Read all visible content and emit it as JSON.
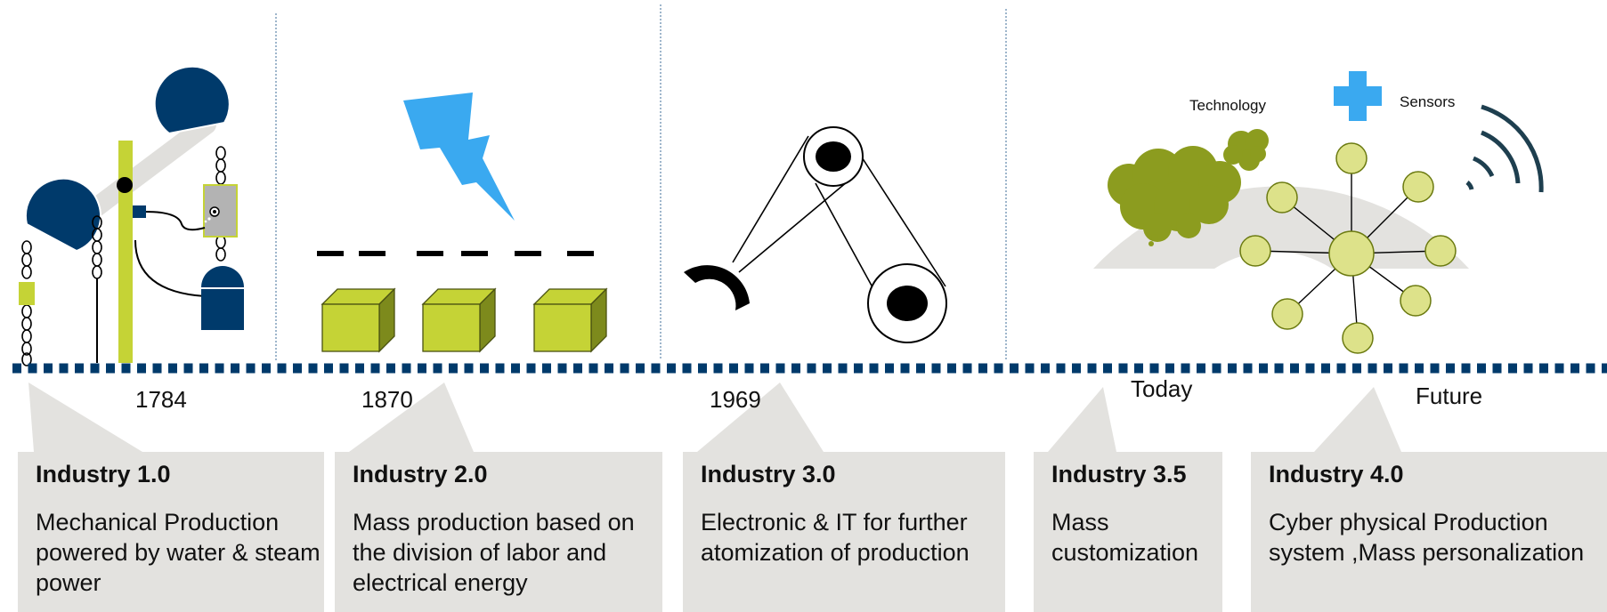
{
  "eras": [
    {
      "year": "1784",
      "title": "Industry 1.0",
      "description": "Mechanical Production powered by water & steam power"
    },
    {
      "year": "1870",
      "title": "Industry 2.0",
      "description": "Mass production based on the division of labor and electrical energy"
    },
    {
      "year": "1969",
      "title": "Industry 3.0",
      "description": "Electronic & IT for further atomization of production"
    },
    {
      "year": "Today",
      "title": "Industry 3.5",
      "description": "Mass customization"
    },
    {
      "year": "Future",
      "title": "Industry 4.0",
      "description": "Cyber physical Production system ,Mass personalization"
    }
  ],
  "dome_labels": {
    "technology": "Technology",
    "sensors": "Sensors"
  },
  "colors": {
    "navy": "#003a6b",
    "lime": "#c5d336",
    "lightning": "#3aa9f0",
    "cloud": "#8c9c1f",
    "node": "#dde28a",
    "dome": "#e3e2df",
    "card": "#e3e2df"
  }
}
